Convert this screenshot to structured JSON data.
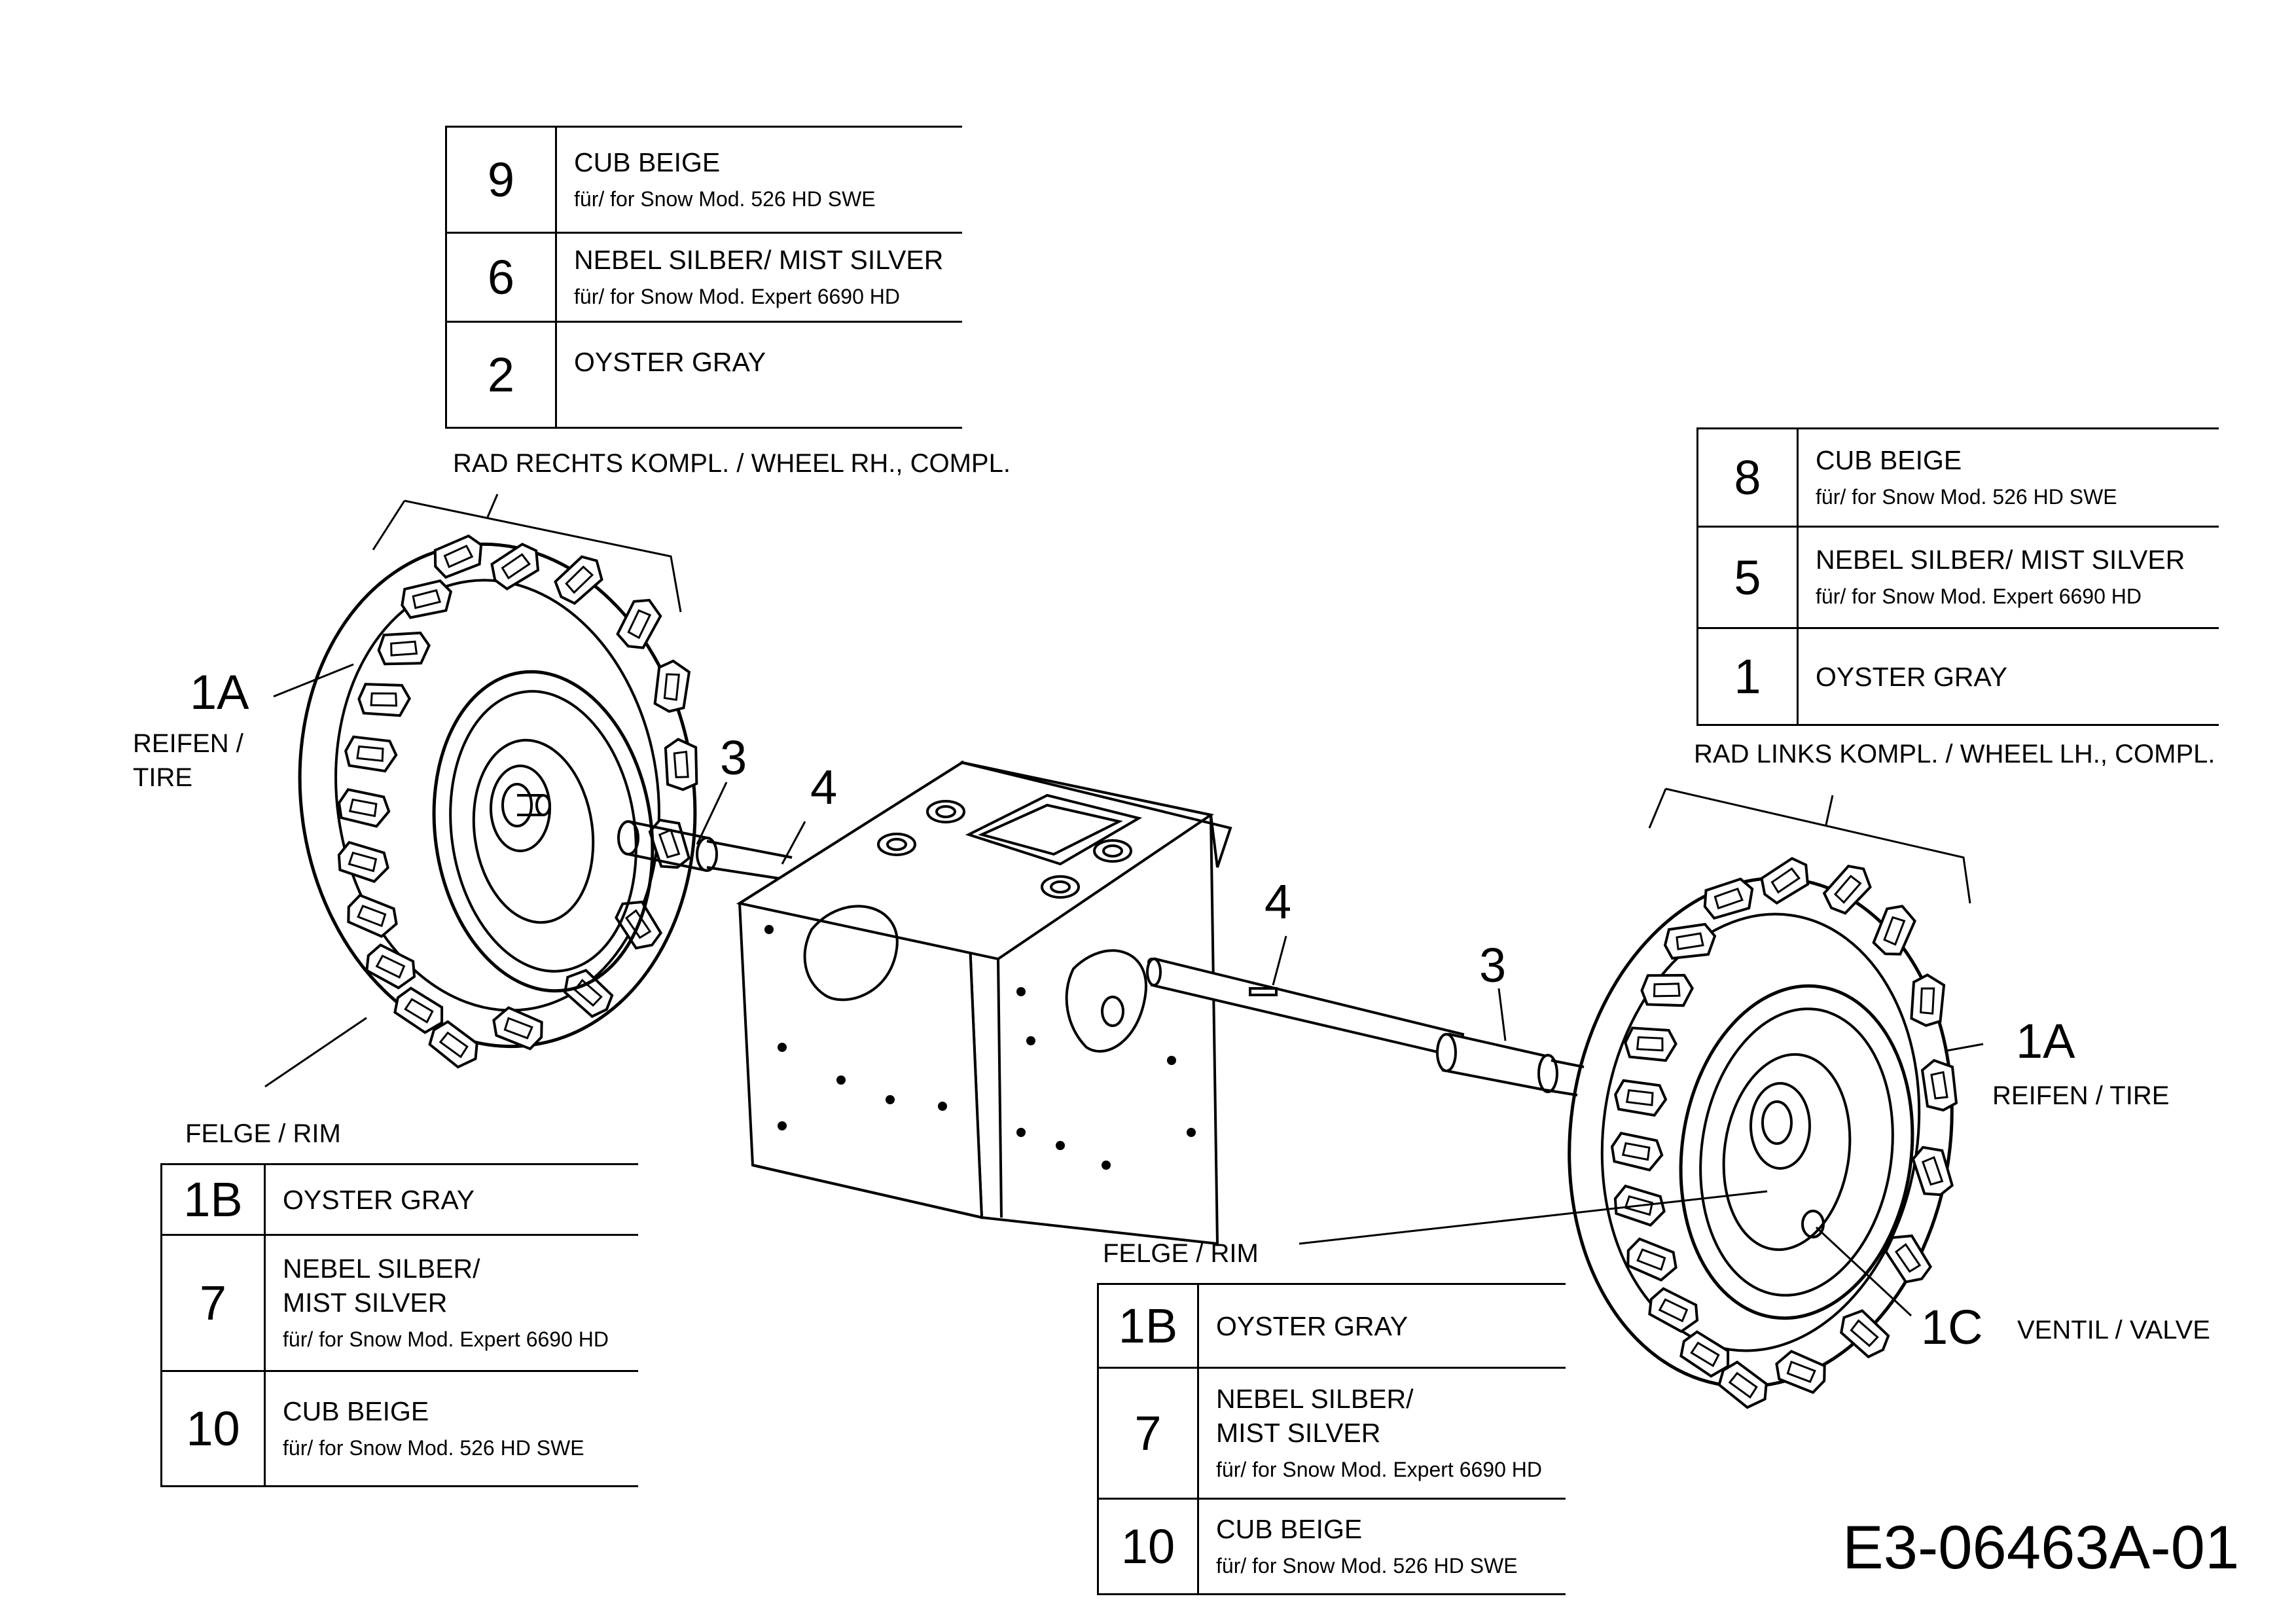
{
  "diagram": {
    "document_number": "E3-06463A-01",
    "wheel_right": {
      "title": "RAD RECHTS  KOMPL. / WHEEL RH.,  COMPL.",
      "variants": [
        {
          "num": "9",
          "color": "CUB BEIGE",
          "note": "für/ for Snow Mod. 526 HD SWE"
        },
        {
          "num": "6",
          "color": "NEBEL SILBER/ MIST SILVER",
          "note": "für/ for Snow Mod. Expert 6690 HD"
        },
        {
          "num": "2",
          "color": "OYSTER GRAY",
          "note": ""
        }
      ]
    },
    "wheel_left": {
      "title": "RAD LINKS  KOMPL. / WHEEL LH.,  COMPL.",
      "variants": [
        {
          "num": "8",
          "color": "CUB BEIGE",
          "note": "für/ for Snow Mod. 526 HD SWE"
        },
        {
          "num": "5",
          "color": "NEBEL SILBER/ MIST SILVER",
          "note": "für/ for Snow Mod. Expert 6690 HD"
        },
        {
          "num": "1",
          "color": "OYSTER GRAY",
          "note": ""
        }
      ]
    },
    "rim_left": {
      "title": "FELGE / RIM",
      "variants": [
        {
          "num": "1B",
          "color": "OYSTER GRAY",
          "note": ""
        },
        {
          "num": "7",
          "color": "NEBEL SILBER/\nMIST SILVER",
          "note": "für/ for Snow Mod. Expert 6690 HD"
        },
        {
          "num": "10",
          "color": "CUB BEIGE",
          "note": "für/ for Snow Mod. 526 HD SWE"
        }
      ]
    },
    "rim_right": {
      "title": "FELGE / RIM",
      "variants": [
        {
          "num": "1B",
          "color": "OYSTER GRAY",
          "note": ""
        },
        {
          "num": "7",
          "color": "NEBEL SILBER/\nMIST SILVER",
          "note": "für/ for Snow Mod. Expert 6690 HD"
        },
        {
          "num": "10",
          "color": "CUB BEIGE",
          "note": "für/ for Snow Mod. 526 HD SWE"
        }
      ]
    },
    "callouts": {
      "tire_left_ref": "1A",
      "tire_left_label": "REIFEN /\nTIRE",
      "tire_right_ref": "1A",
      "tire_right_label": "REIFEN / TIRE",
      "valve_ref": "1C",
      "valve_label": "VENTIL / VALVE",
      "spacer_ref": "3",
      "axle_ref": "4"
    }
  }
}
